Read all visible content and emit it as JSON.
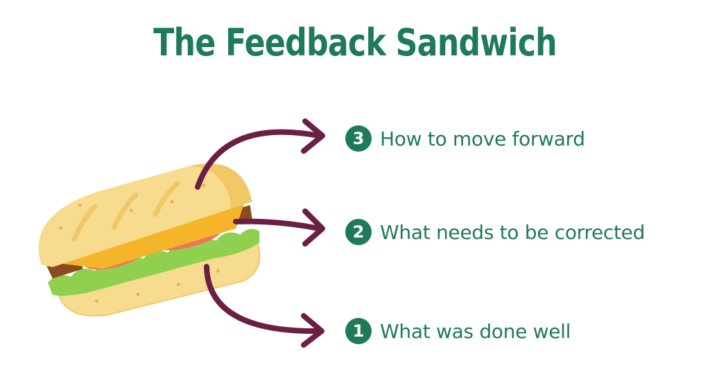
{
  "title": "The Feedback Sandwich",
  "steps": [
    {
      "number": "3",
      "label": "How to move forward"
    },
    {
      "number": "2",
      "label": "What needs to be corrected"
    },
    {
      "number": "1",
      "label": "What was done well"
    }
  ],
  "colors": {
    "accent": "#1f7a57",
    "arrow": "#6b1f45",
    "bread": "#f7dc8f",
    "bread_shadow": "#f0c866",
    "cheese": "#f5b52a",
    "lettuce": "#8fd14f",
    "tomato": "#f0745a",
    "meat": "#8a4b1e"
  },
  "icons": {
    "sandwich": "sandwich-icon",
    "arrow": "curved-arrow-icon"
  }
}
